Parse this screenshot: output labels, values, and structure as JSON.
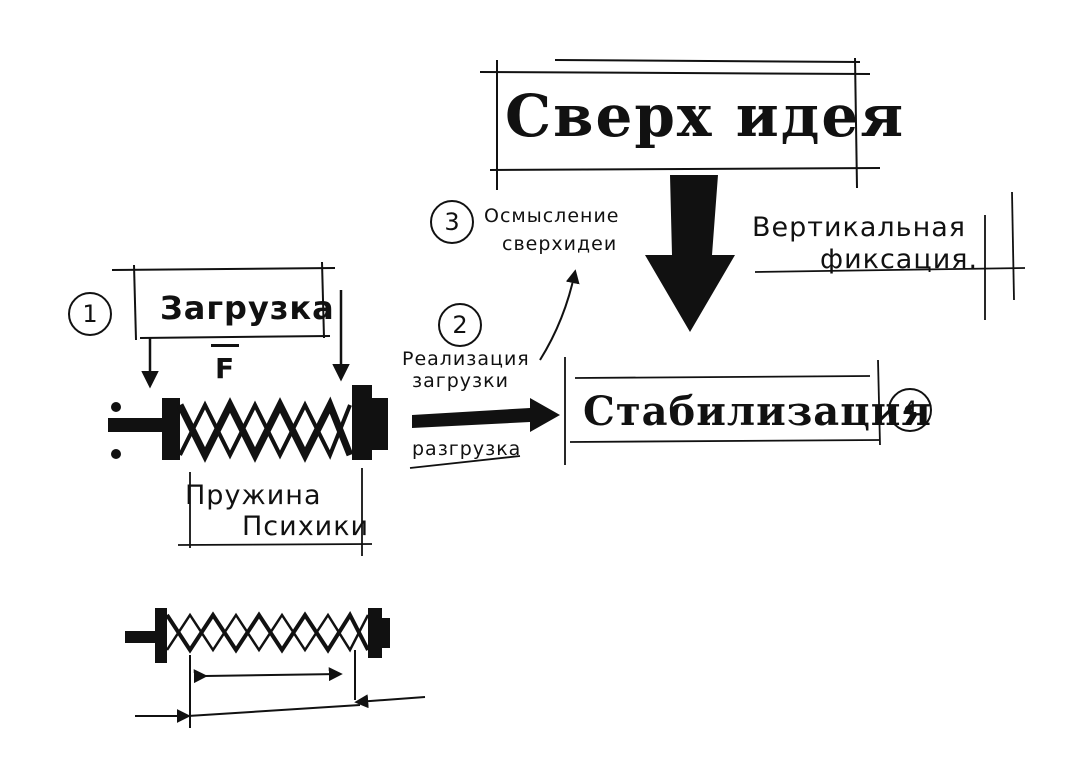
{
  "header": {
    "title": "Сверх идея"
  },
  "steps": [
    {
      "number": "1",
      "label": "Загрузка"
    },
    {
      "number": "2",
      "label": "Реализация загрузки"
    },
    {
      "number": "3",
      "label": "Осмысление сверхидеи"
    },
    {
      "number": "4",
      "label": "Стабилизация"
    }
  ],
  "labels": {
    "force": "F",
    "spring_line1": "Пружина",
    "spring_line2": "Психики",
    "unload": "разгрузка",
    "vertical_line1": "Вертикальная",
    "vertical_line2": "фиксация.",
    "realization_line1": "Реализация",
    "realization_line2": "загрузки",
    "insight_line1": "Осмысление",
    "insight_line2": "сверхидеи"
  },
  "colors": {
    "ink": "#111111",
    "background": "#ffffff"
  }
}
